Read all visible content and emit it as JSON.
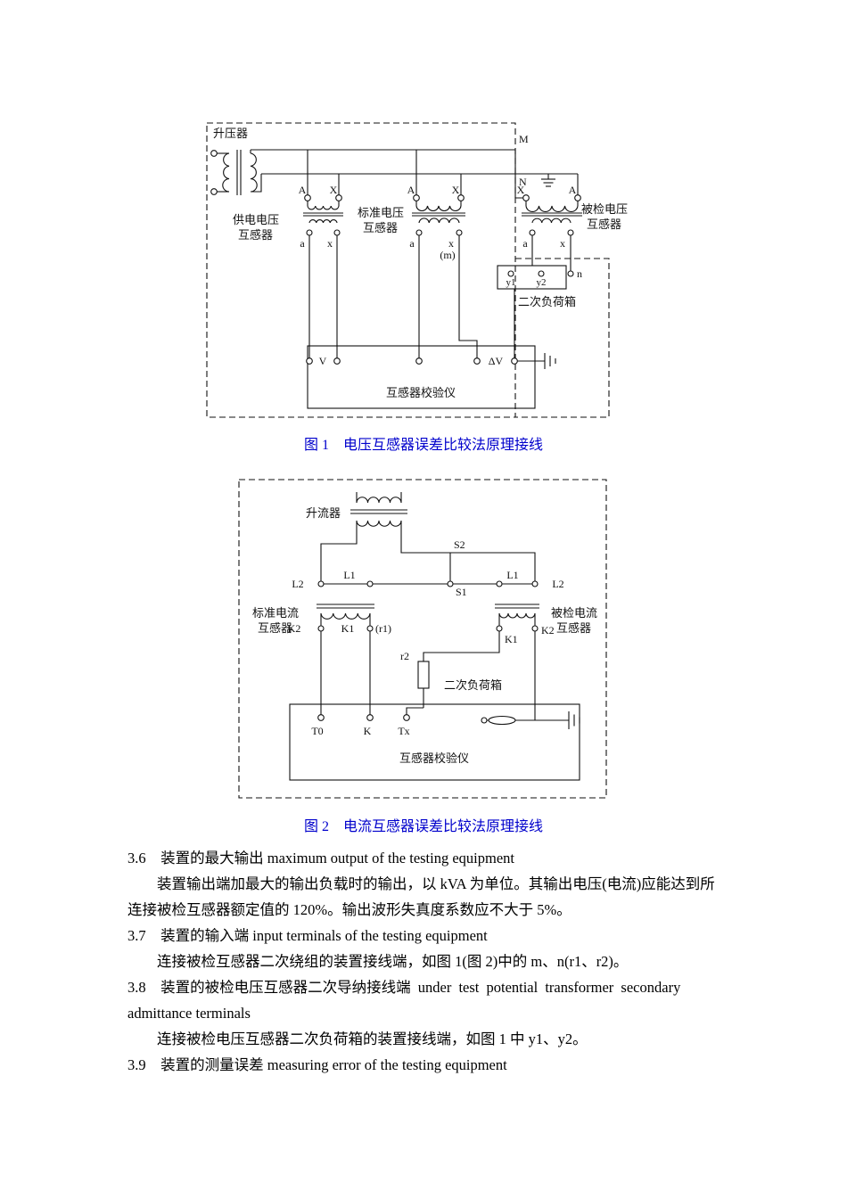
{
  "fig1": {
    "caption": "图 1　电压互感器误差比较法原理接线",
    "labels": {
      "booster": "升压器",
      "M": "M",
      "N": "N",
      "A": "A",
      "X": "X",
      "a": "a",
      "x": "x",
      "m_paren": "(m)",
      "supply_pt_1": "供电电压",
      "supply_pt_2": "互感器",
      "std_pt_1": "标准电压",
      "std_pt_2": "互感器",
      "test_pt_1": "被检电压",
      "test_pt_2": "互感器",
      "y1": "y1",
      "y2": "y2",
      "n": "n",
      "load_box": "二次负荷箱",
      "V": "V",
      "dV": "ΔV",
      "calibrator": "互感器校验仪"
    }
  },
  "fig2": {
    "caption": "图 2　电流互感器误差比较法原理接线",
    "labels": {
      "booster": "升流器",
      "S1": "S1",
      "S2": "S2",
      "L1": "L1",
      "L2": "L2",
      "K1": "K1",
      "K2": "K2",
      "r1_paren": "(r1)",
      "r2": "r2",
      "std_ct_1": "标准电流",
      "std_ct_2": "互感器",
      "test_ct_1": "被检电流",
      "test_ct_2": "互感器",
      "load_box": "二次负荷箱",
      "T0": "T0",
      "K": "K",
      "Tx": "Tx",
      "calibrator": "互感器校验仪"
    }
  },
  "body": {
    "lines": [
      "3.6　装置的最大输出  maximum output of the testing equipment",
      "装置输出端加最大的输出负载时的输出，以 kVA 为单位。其输出电压(电流)应能达到所",
      "连接被检互感器额定值的 120%。输出波形失真度系数应不大于 5%。",
      "3.7　装置的输入端  input terminals of the testing equipment",
      "连接被检互感器二次绕组的装置接线端，如图 1(图 2)中的 m、n(r1、r2)。",
      "3.8　装置的被检电压互感器二次导纳接线端  under test potential transformer secondary",
      "admittance terminals",
      "连接被检电压互感器二次负荷箱的装置接线端，如图 1 中 y1、y2。",
      "3.9　装置的测量误差 measuring error of the testing equipment"
    ]
  }
}
